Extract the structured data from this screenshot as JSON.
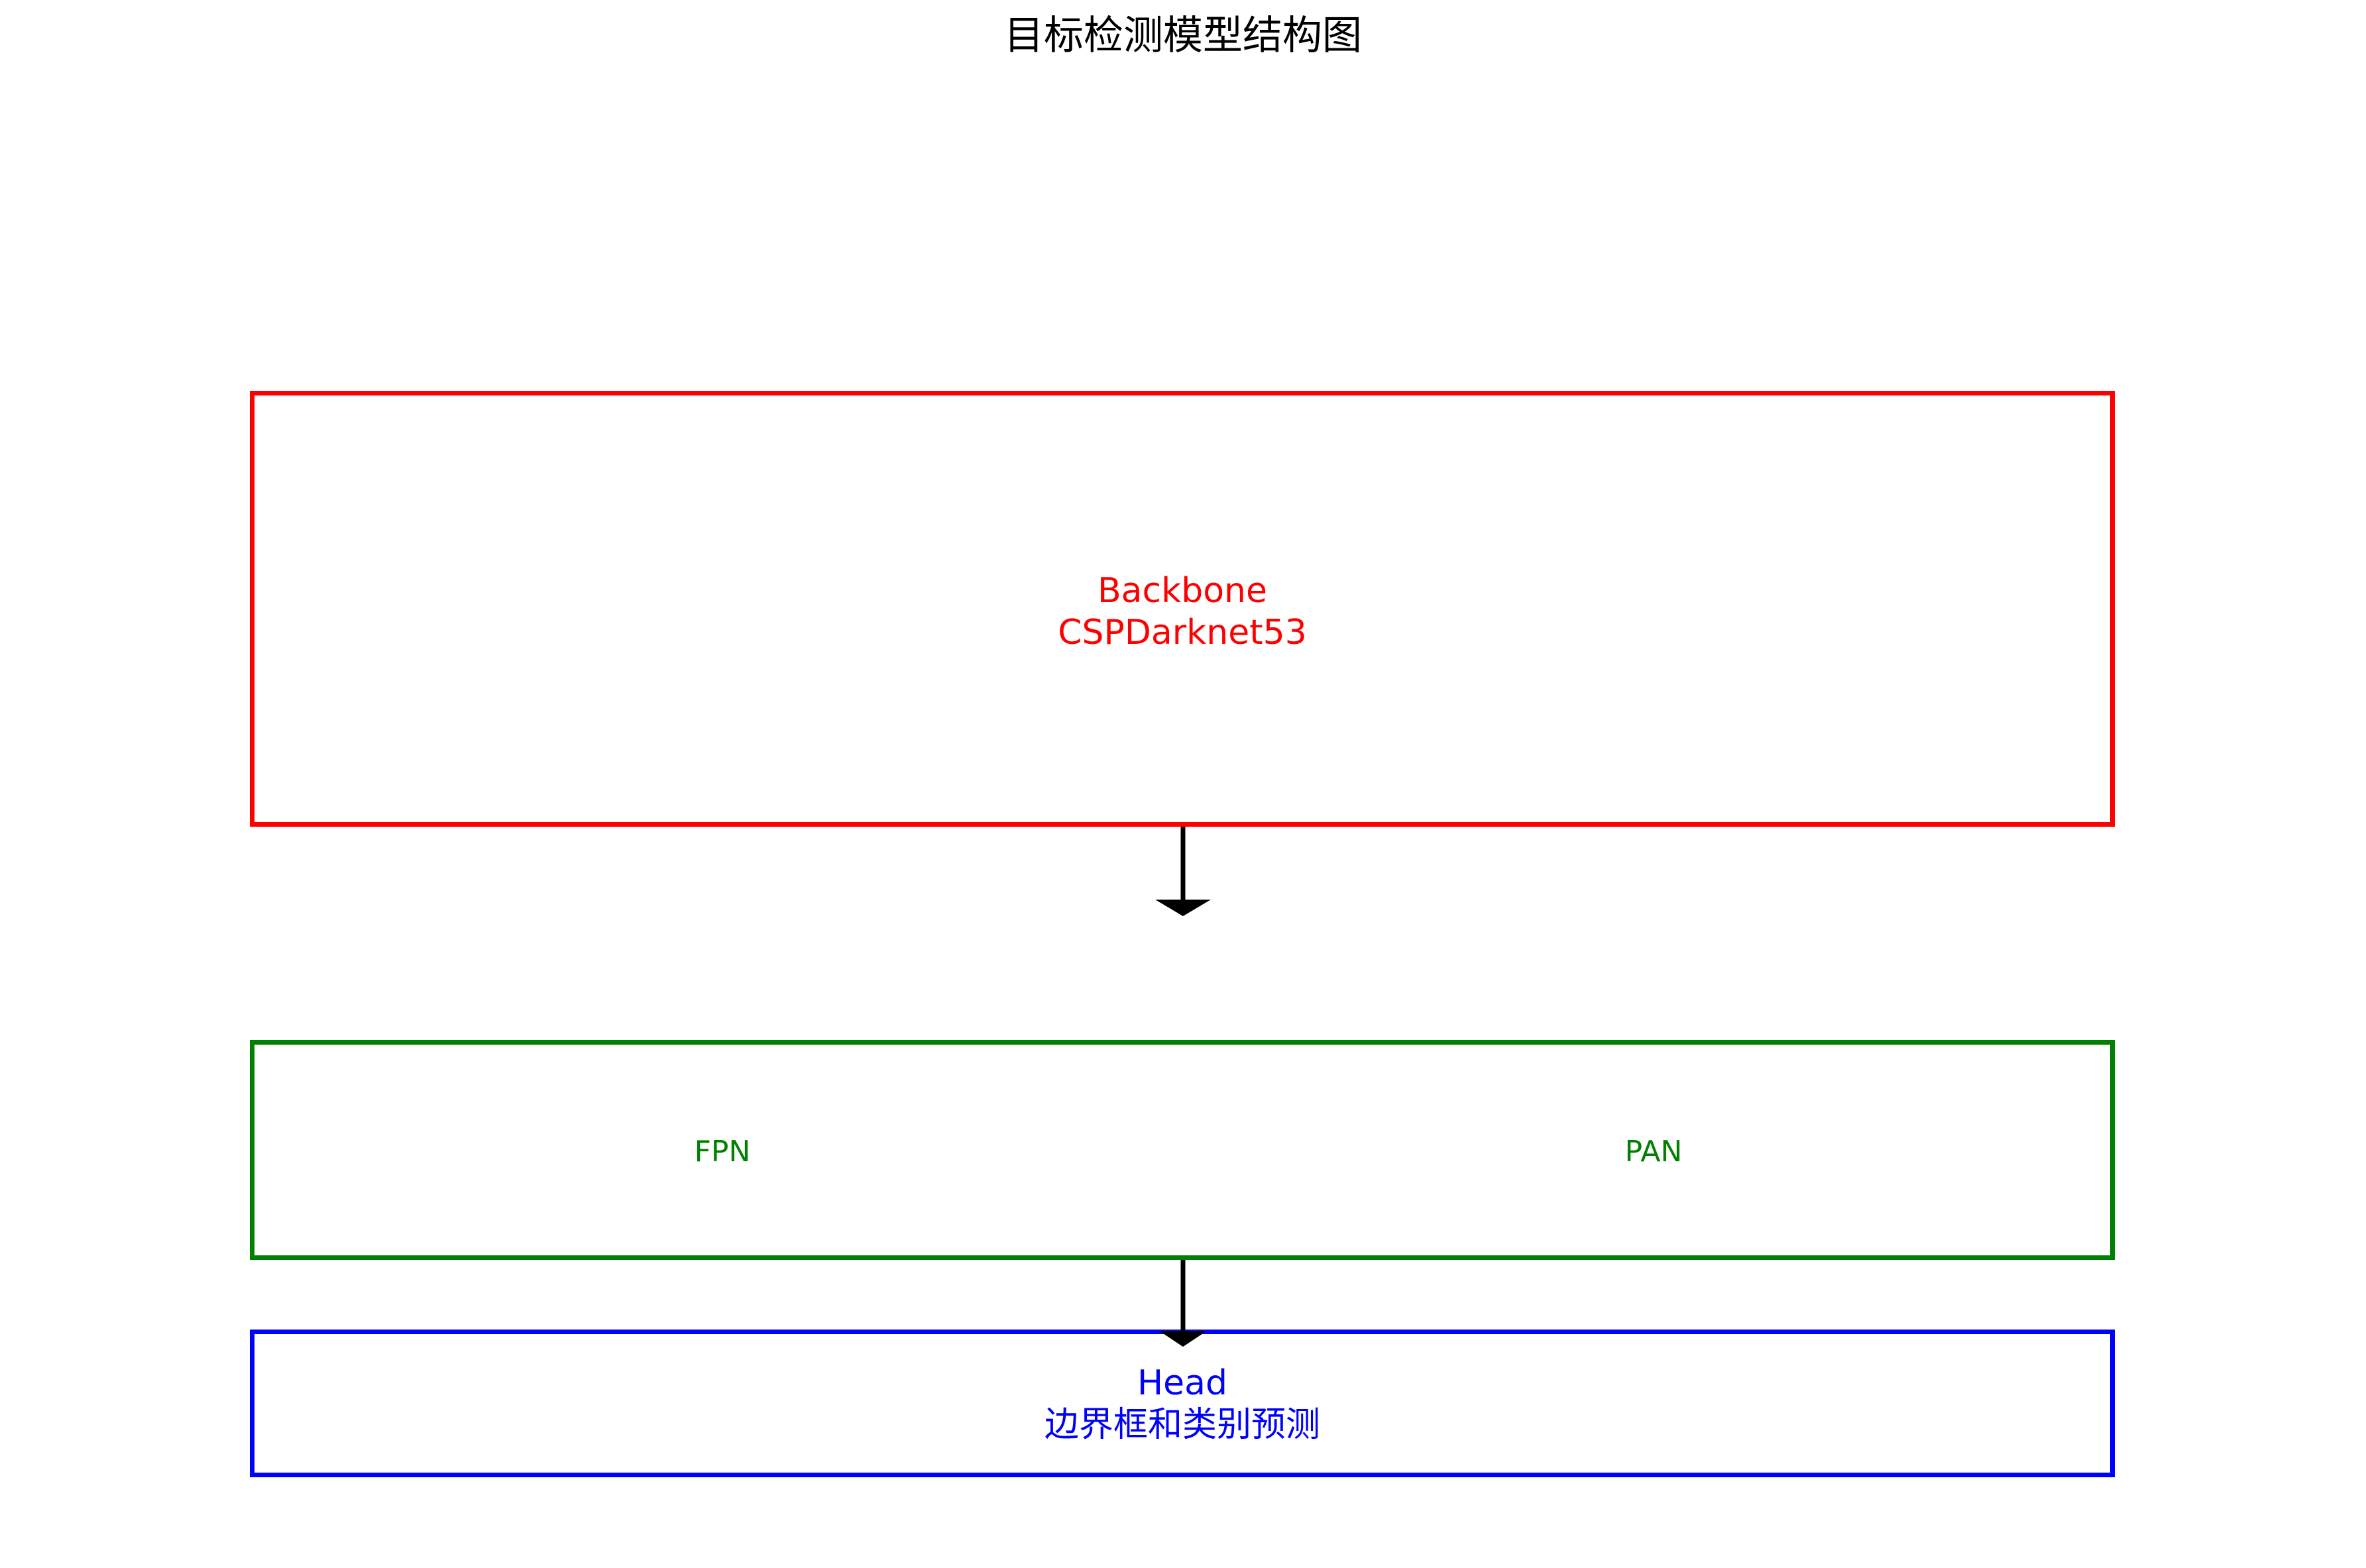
{
  "title": "目标检测模型结构图",
  "colors": {
    "backbone": "#ff0000",
    "neck": "#008000",
    "head": "#0000ff",
    "arrow": "#000000"
  },
  "blocks": {
    "backbone": {
      "line1": "Backbone",
      "line2": "CSPDarknet53"
    },
    "neck": {
      "left_label": "FPN",
      "right_label": "PAN"
    },
    "head": {
      "line1": "Head",
      "line2": "边界框和类别预测"
    }
  }
}
